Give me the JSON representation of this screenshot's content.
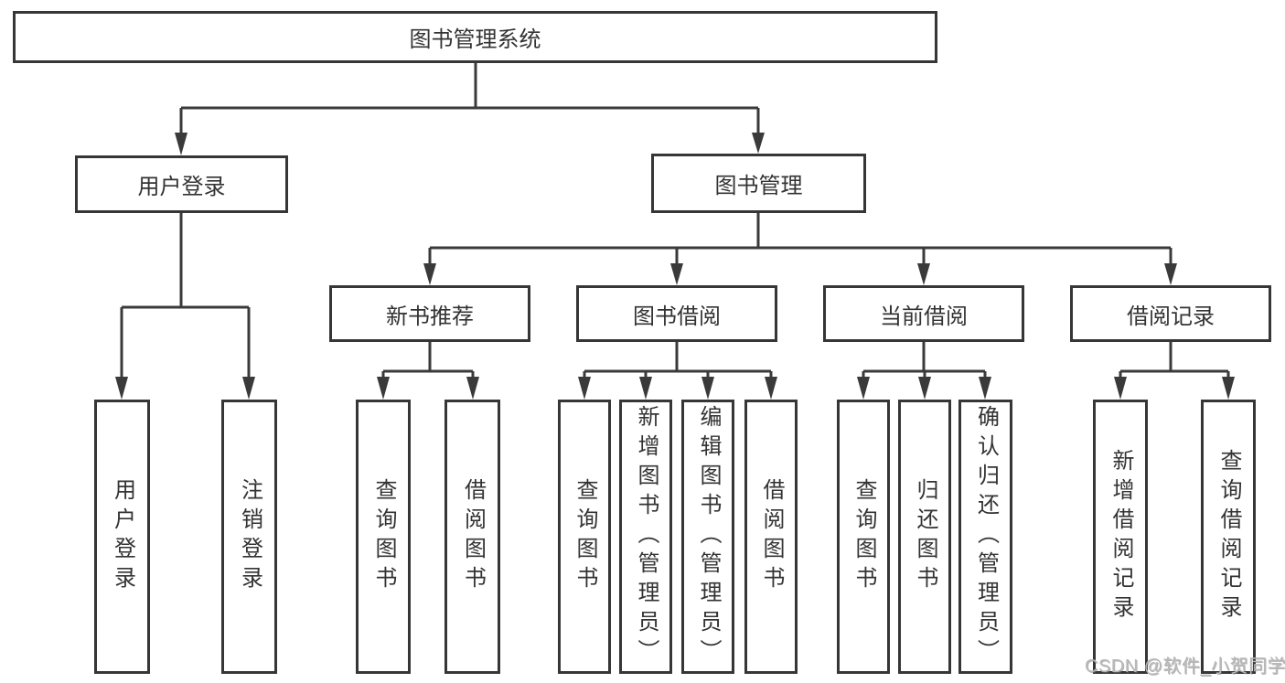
{
  "diagram_type": "hierarchy-tree",
  "tree": {
    "label": "图书管理系统",
    "children": [
      {
        "label": "用户登录",
        "children": [
          {
            "label": "用户登录"
          },
          {
            "label": "注销登录"
          }
        ]
      },
      {
        "label": "图书管理",
        "children": [
          {
            "label": "新书推荐",
            "children": [
              {
                "label": "查询图书"
              },
              {
                "label": "借阅图书"
              }
            ]
          },
          {
            "label": "图书借阅",
            "children": [
              {
                "label": "查询图书"
              },
              {
                "label": "新增图书（管理员）"
              },
              {
                "label": "编辑图书（管理员）"
              },
              {
                "label": "借阅图书"
              }
            ]
          },
          {
            "label": "当前借阅",
            "children": [
              {
                "label": "查询图书"
              },
              {
                "label": "归还图书"
              },
              {
                "label": "确认归还（管理员）"
              }
            ]
          },
          {
            "label": "借阅记录",
            "children": [
              {
                "label": "新增借阅记录"
              },
              {
                "label": "查询借阅记录"
              }
            ]
          }
        ]
      }
    ]
  },
  "watermark": "CSDN @软件_小贺同学",
  "colors": {
    "line": "#3a3a3a",
    "box_border": "#363636",
    "text": "#333333",
    "watermark": "#b9b9b9",
    "background": "#ffffff"
  }
}
